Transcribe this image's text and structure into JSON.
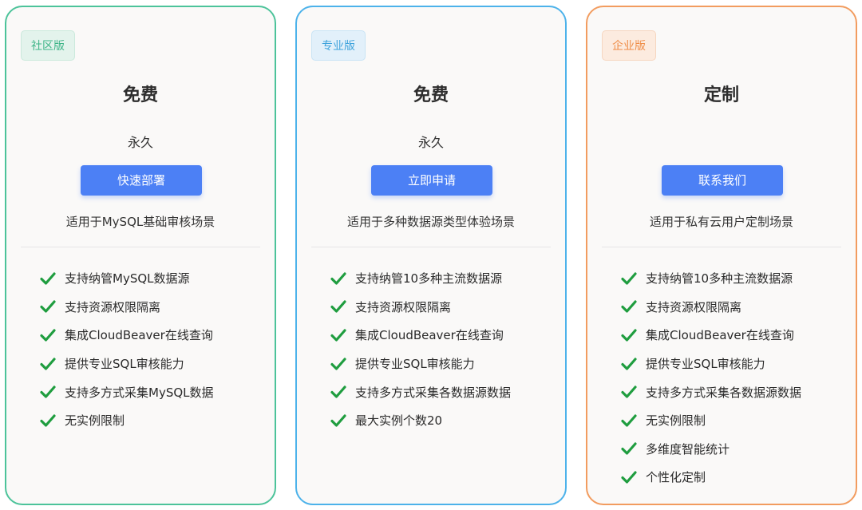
{
  "icons": {
    "check": "check-icon",
    "check_color": "#1f9d3f"
  },
  "accent": {
    "button": "#4c80f5"
  },
  "cards": [
    {
      "accent": "#4cc39a",
      "badge": "社区版",
      "price": "免费",
      "period": "永久",
      "button": "快速部署",
      "scene": "适用于MySQL基础审核场景",
      "features": [
        "支持纳管MySQL数据源",
        "支持资源权限隔离",
        "集成CloudBeaver在线查询",
        "提供专业SQL审核能力",
        "支持多方式采集MySQL数据",
        "无实例限制"
      ]
    },
    {
      "accent": "#4cb2ea",
      "badge": "专业版",
      "price": "免费",
      "period": "永久",
      "button": "立即申请",
      "scene": "适用于多种数据源类型体验场景",
      "features": [
        "支持纳管10多种主流数据源",
        "支持资源权限隔离",
        "集成CloudBeaver在线查询",
        "提供专业SQL审核能力",
        "支持多方式采集各数据源数据",
        "最大实例个数20"
      ]
    },
    {
      "accent": "#f29c5f",
      "badge": "企业版",
      "price": "定制",
      "period": "",
      "button": "联系我们",
      "scene": "适用于私有云用户定制场景",
      "features": [
        "支持纳管10多种主流数据源",
        "支持资源权限隔离",
        "集成CloudBeaver在线查询",
        "提供专业SQL审核能力",
        "支持多方式采集各数据源数据",
        "无实例限制",
        "多维度智能统计",
        "个性化定制"
      ]
    }
  ]
}
